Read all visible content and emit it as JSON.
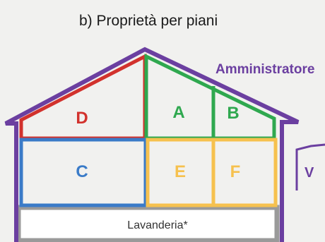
{
  "title": "b) Proprietà per piani",
  "owner_label": "Amministratore",
  "side_label": "V",
  "rooms": {
    "d": "D",
    "a": "A",
    "b": "B",
    "c": "C",
    "e": "E",
    "f": "F"
  },
  "laundry_label": "Lavanderia*",
  "colors": {
    "purple": "#6b3fa0",
    "red": "#d2322d",
    "green": "#2fa84f",
    "blue": "#3a7bc8",
    "yellow": "#f6c14e",
    "gray": "#9a9a9a",
    "background": "#f1f1ef"
  }
}
